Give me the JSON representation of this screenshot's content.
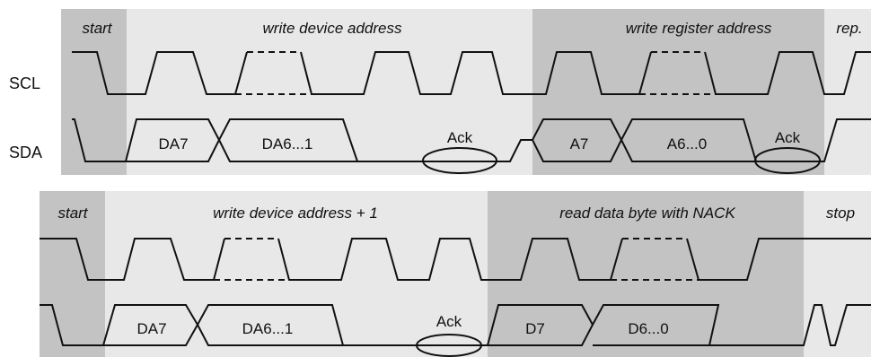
{
  "colors": {
    "light_band": "#e8e8e8",
    "dark_band": "#c3c3c3",
    "line": "#111111",
    "background": "#ffffff"
  },
  "signals": {
    "scl": "SCL",
    "sda": "SDA"
  },
  "row1": {
    "phases": {
      "start": "start",
      "write_device_address": "write device address",
      "write_register_address": "write register address",
      "repeated_start": "rep."
    },
    "bits": {
      "da7": "DA7",
      "da6_1": "DA6...1",
      "ack1": "Ack",
      "a7": "A7",
      "a6_0": "A6...0",
      "ack2": "Ack"
    }
  },
  "row2": {
    "phases": {
      "start": "start",
      "write_device_address_plus_1": "write device address + 1",
      "read_data_byte_with_nack": "read data byte with NACK",
      "stop": "stop"
    },
    "bits": {
      "da7": "DA7",
      "da6_1": "DA6...1",
      "ack": "Ack",
      "d7": "D7",
      "d6_0": "D6...0"
    }
  }
}
